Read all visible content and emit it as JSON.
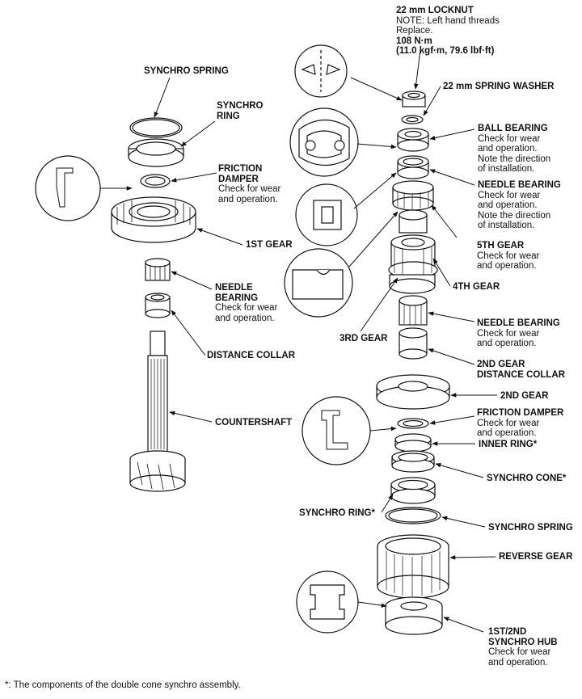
{
  "labels": {
    "locknut": {
      "title": "22 mm LOCKNUT",
      "note": "NOTE: Left hand threads",
      "replace": "Replace.",
      "torque": "108 N·m",
      "torque_alt": "(11.0 kgf·m, 79.6 lbf·ft)"
    },
    "spring_washer": {
      "title": "22 mm SPRING WASHER"
    },
    "ball_bearing": {
      "title": "BALL BEARING",
      "l1": "Check for wear",
      "l2": "and operation.",
      "l3": "Note the direction",
      "l4": "of installation."
    },
    "needle_bearing_top": {
      "title": "NEEDLE BEARING",
      "l1": "Check for wear",
      "l2": "and operation.",
      "l3": "Note the direction",
      "l4": "of installation."
    },
    "gear5": {
      "title": "5TH GEAR",
      "l1": "Check for wear",
      "l2": "and operation."
    },
    "gear4": {
      "title": "4TH GEAR"
    },
    "gear3": {
      "title": "3RD GEAR"
    },
    "needle_bearing_mid": {
      "title": "NEEDLE BEARING",
      "l1": "Check for wear",
      "l2": "and operation."
    },
    "gear2_collar": {
      "t1": "2ND GEAR",
      "t2": "DISTANCE COLLAR"
    },
    "gear2": {
      "title": "2ND GEAR"
    },
    "friction_damper_r": {
      "title": "FRICTION DAMPER",
      "l1": "Check for wear",
      "l2": "and operation."
    },
    "inner_ring": {
      "title": "INNER RING*"
    },
    "synchro_cone": {
      "title": "SYNCHRO CONE*"
    },
    "synchro_ring_r": {
      "title": "SYNCHRO RING*"
    },
    "synchro_spring_r": {
      "title": "SYNCHRO SPRING"
    },
    "reverse_gear": {
      "title": "REVERSE GEAR"
    },
    "synchro_hub": {
      "t1": "1ST/2ND",
      "t2": "SYNCHRO HUB",
      "l1": "Check for wear",
      "l2": "and operation."
    },
    "synchro_spring_l": {
      "title": "SYNCHRO SPRING"
    },
    "synchro_ring_l": {
      "t1": "SYNCHRO",
      "t2": "RING"
    },
    "friction_damper_l": {
      "t1": "FRICTION",
      "t2": "DAMPER",
      "l1": "Check for wear",
      "l2": "and operation."
    },
    "gear1": {
      "title": "1ST GEAR"
    },
    "needle_bearing_l": {
      "t1": "NEEDLE",
      "t2": "BEARING",
      "l1": "Check for wear",
      "l2": "and operation."
    },
    "distance_collar": {
      "title": "DISTANCE COLLAR"
    },
    "countershaft": {
      "title": "COUNTERSHAFT"
    }
  },
  "footnote": "*: The components of the double cone synchro assembly."
}
